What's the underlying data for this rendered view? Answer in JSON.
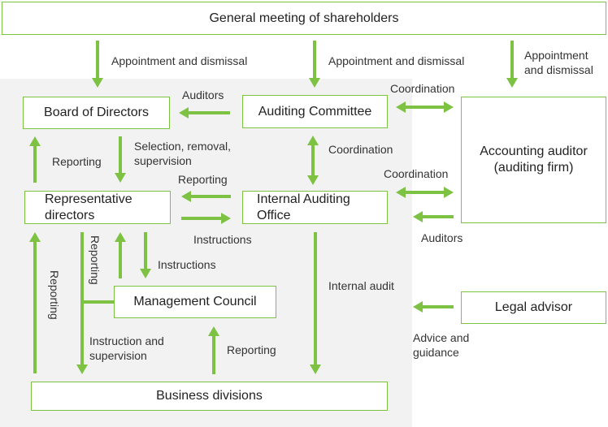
{
  "accent_color": "#7dc243",
  "panel_color": "#f2f2f2",
  "nodes": {
    "shareholders": "General meeting of shareholders",
    "board": "Board of Directors",
    "auditing_committee": "Auditing Committee",
    "accounting_auditor": "Accounting auditor\n(auditing firm)",
    "representative": "Representative\ndirectors",
    "internal_audit_office": "Internal Auditing\nOffice",
    "management_council": "Management Council",
    "legal_advisor": "Legal advisor",
    "business_divisions": "Business divisions"
  },
  "labels": {
    "appoint_board": "Appointment and dismissal",
    "appoint_committee": "Appointment and dismissal",
    "appoint_accounting": "Appointment\nand dismissal",
    "auditors_top": "Auditors",
    "coordination_top": "Coordination",
    "reporting_board": "Reporting",
    "selection": "Selection, removal,\nsupervision",
    "coordination_middle": "Coordination",
    "reporting_rep": "Reporting",
    "coordination_iao": "Coordination",
    "instructions_iao": "Instructions",
    "auditors_bottom": "Auditors",
    "reporting_vertical_1": "Reporting",
    "reporting_vertical_2": "Reporting",
    "instructions_council": "Instructions",
    "internal_audit": "Internal audit",
    "instruction_supervision": "Instruction and\nsupervision",
    "reporting_business": "Reporting",
    "advice": "Advice and\nguidance"
  }
}
